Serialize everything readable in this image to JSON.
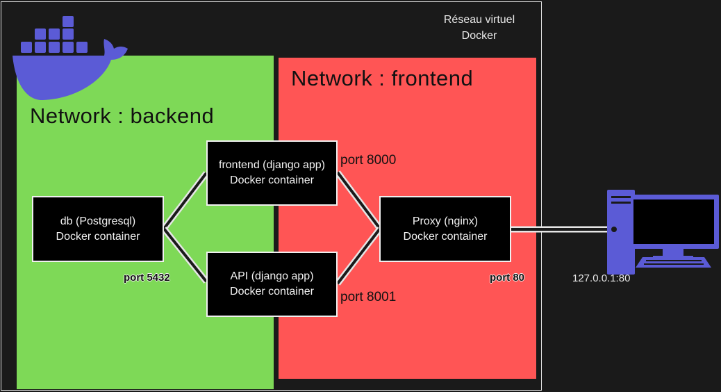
{
  "docker_network": {
    "title_line1": "Réseau virtuel",
    "title_line2": "Docker"
  },
  "networks": {
    "backend": {
      "label": "Network : backend",
      "color": "#7ed957"
    },
    "frontend": {
      "label": "Network : frontend",
      "color": "#ff5555"
    }
  },
  "containers": {
    "db": {
      "line1": "db (Postgresql)",
      "line2": "Docker container",
      "port": "port 5432"
    },
    "frontend": {
      "line1": "frontend (django app)",
      "line2": "Docker container",
      "port": "port 8000"
    },
    "api": {
      "line1": "API (django app)",
      "line2": "Docker container",
      "port": "port 8001"
    },
    "proxy": {
      "line1": "Proxy (nginx)",
      "line2": "Docker container",
      "port": "port 80"
    }
  },
  "host": {
    "address": "127.0.0.1:80"
  },
  "colors": {
    "docker_whale": "#5b5bd6",
    "background": "#1a1a1a"
  },
  "icons": [
    "docker-whale-icon",
    "desktop-computer-icon"
  ]
}
